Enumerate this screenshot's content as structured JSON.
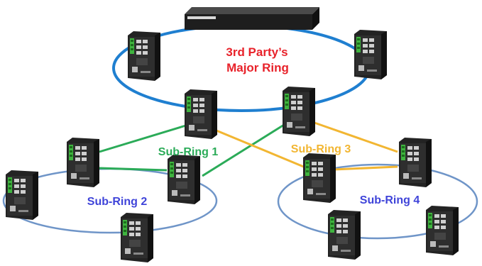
{
  "labels": {
    "major_ring_line1": "3rd Party’s",
    "major_ring_line2": "Major Ring",
    "sub_ring_1": "Sub-Ring 1",
    "sub_ring_2": "Sub-Ring 2",
    "sub_ring_3": "Sub-Ring 3",
    "sub_ring_4": "Sub-Ring 4"
  },
  "colors": {
    "major_ring": "#1f7fd0",
    "major_ring_text": "#e8222a",
    "sub_ring_1": "#2bab58",
    "sub_ring_1_text": "#2bab58",
    "sub_ring_2": "#6f95c8",
    "sub_ring_2_text": "#3f44d9",
    "sub_ring_3": "#f2b632",
    "sub_ring_3_text": "#f2b632",
    "sub_ring_4": "#6f95c8",
    "sub_ring_4_text": "#3f44d9",
    "device_body": "#2b2b2b",
    "device_terminal": "#3fb43f"
  },
  "devices": [
    {
      "name": "rack-switch-icon",
      "kind": "rack"
    },
    {
      "name": "industrial-switch-icon",
      "kind": "din"
    }
  ]
}
